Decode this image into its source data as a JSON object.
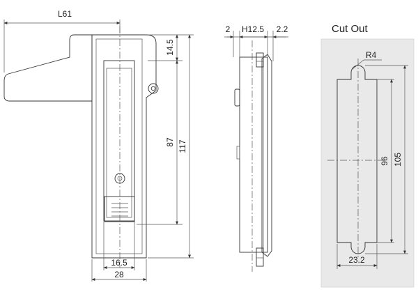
{
  "front_view": {
    "width_label": "L61",
    "top_offset_label": "14.5",
    "inner_length_label": "87",
    "overall_length_label": "117",
    "inner_width_label": "16.5",
    "overall_width_label": "28"
  },
  "side_view": {
    "left_label": "2",
    "height_label": "H12.5",
    "right_label": "2.2"
  },
  "cut_out": {
    "title": "Cut Out",
    "radius_label": "R4",
    "inner_length_label": "96",
    "overall_length_label": "105",
    "width_label": "23.2"
  },
  "colors": {
    "line": "#333333",
    "panel": "#e9e9e9",
    "cutout_fill": "#ffffff",
    "background": "#ffffff"
  }
}
